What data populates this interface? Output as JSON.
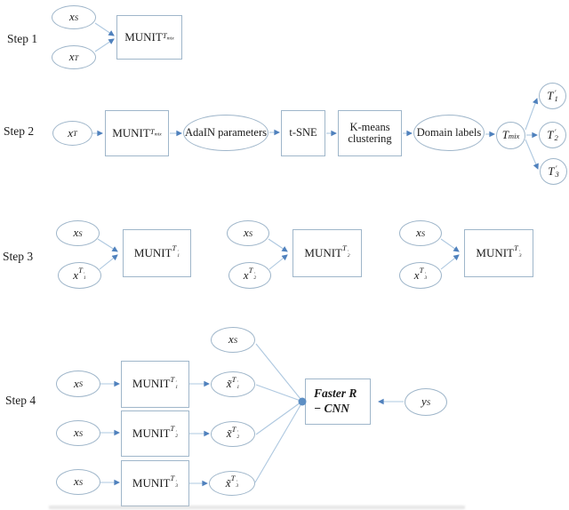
{
  "diagram": {
    "background": "#ffffff",
    "node_border_color": "#9fb6ca",
    "connector_color": "#aec8e0",
    "arrowhead_color": "#4f81bd",
    "text_color": "#1b1b1b"
  },
  "step1": {
    "label": "Step 1",
    "source_image": "x^{S}",
    "target_image": "x^{T}",
    "model": "MUNIT^{T_{mix}}"
  },
  "step2": {
    "label": "Step 2",
    "input": "x^{T}",
    "model": "MUNIT^{T_{mix}}",
    "adain": "AdaIN parameters",
    "tsne": "t-SNE",
    "kmeans": "K-means clustering",
    "domain_labels": "Domain labels",
    "tmix": "T_{mix}",
    "subtargets": [
      "T^{′}_{1}",
      "T^{′}_{2}",
      "T^{′}_{3}"
    ]
  },
  "step3": {
    "label": "Step 3",
    "groups": [
      {
        "source": "x^{S}",
        "target": "x^{T^{′}_{1}}",
        "model": "MUNIT^{T^{′}_{1}}"
      },
      {
        "source": "x^{S}",
        "target": "x^{T^{′}_{2}}",
        "model": "MUNIT^{T^{′}_{2}}"
      },
      {
        "source": "x^{S}",
        "target": "x^{T^{′}_{3}}",
        "model": "MUNIT^{T^{′}_{3}}"
      }
    ]
  },
  "step4": {
    "label": "Step 4",
    "source_top": "x^{S}",
    "rows": [
      {
        "input": "x^{S}",
        "model": "MUNIT^{T^{′}_{1}}",
        "output": "x̃^{T^{′}_{1}}"
      },
      {
        "input": "x^{S}",
        "model": "MUNIT^{T^{′}_{2}}",
        "output": "x̃^{T^{′}_{2}}"
      },
      {
        "input": "x^{S}",
        "model": "MUNIT^{T^{′}_{3}}",
        "output": "x̃^{T^{′}_{3}}"
      }
    ],
    "detector": "Faster R\n− CNN",
    "annotations": "y^{S}"
  }
}
